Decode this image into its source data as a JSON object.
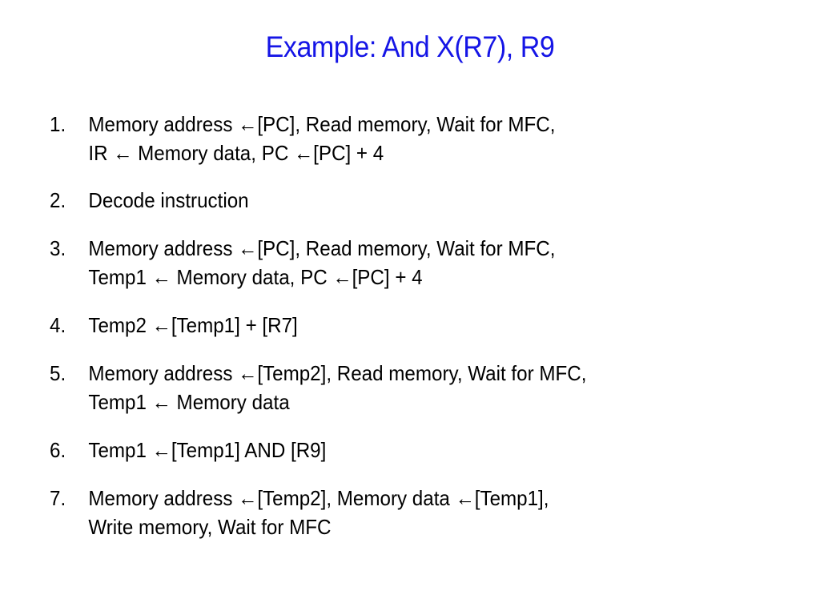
{
  "slide": {
    "title": "Example:  And X(R7), R9",
    "title_color": "#1515e6",
    "steps": [
      {
        "number": "1.",
        "lines": [
          "Memory address ←[PC], Read memory, Wait for MFC,",
          "IR ← Memory data, PC ←[PC] + 4"
        ]
      },
      {
        "number": "2.",
        "lines": [
          "Decode instruction"
        ]
      },
      {
        "number": "3.",
        "lines": [
          "Memory address ←[PC], Read memory, Wait for MFC,",
          "Temp1 ← Memory data, PC ←[PC] + 4"
        ]
      },
      {
        "number": "4.",
        "lines": [
          "Temp2 ←[Temp1] + [R7]"
        ]
      },
      {
        "number": "5.",
        "lines": [
          "Memory address ←[Temp2], Read memory, Wait for MFC,",
          "Temp1 ← Memory data"
        ]
      },
      {
        "number": "6.",
        "lines": [
          "Temp1 ←[Temp1] AND [R9]"
        ]
      },
      {
        "number": "7.",
        "lines": [
          "Memory address ←[Temp2], Memory data ←[Temp1],",
          "Write memory, Wait for MFC"
        ]
      }
    ]
  }
}
